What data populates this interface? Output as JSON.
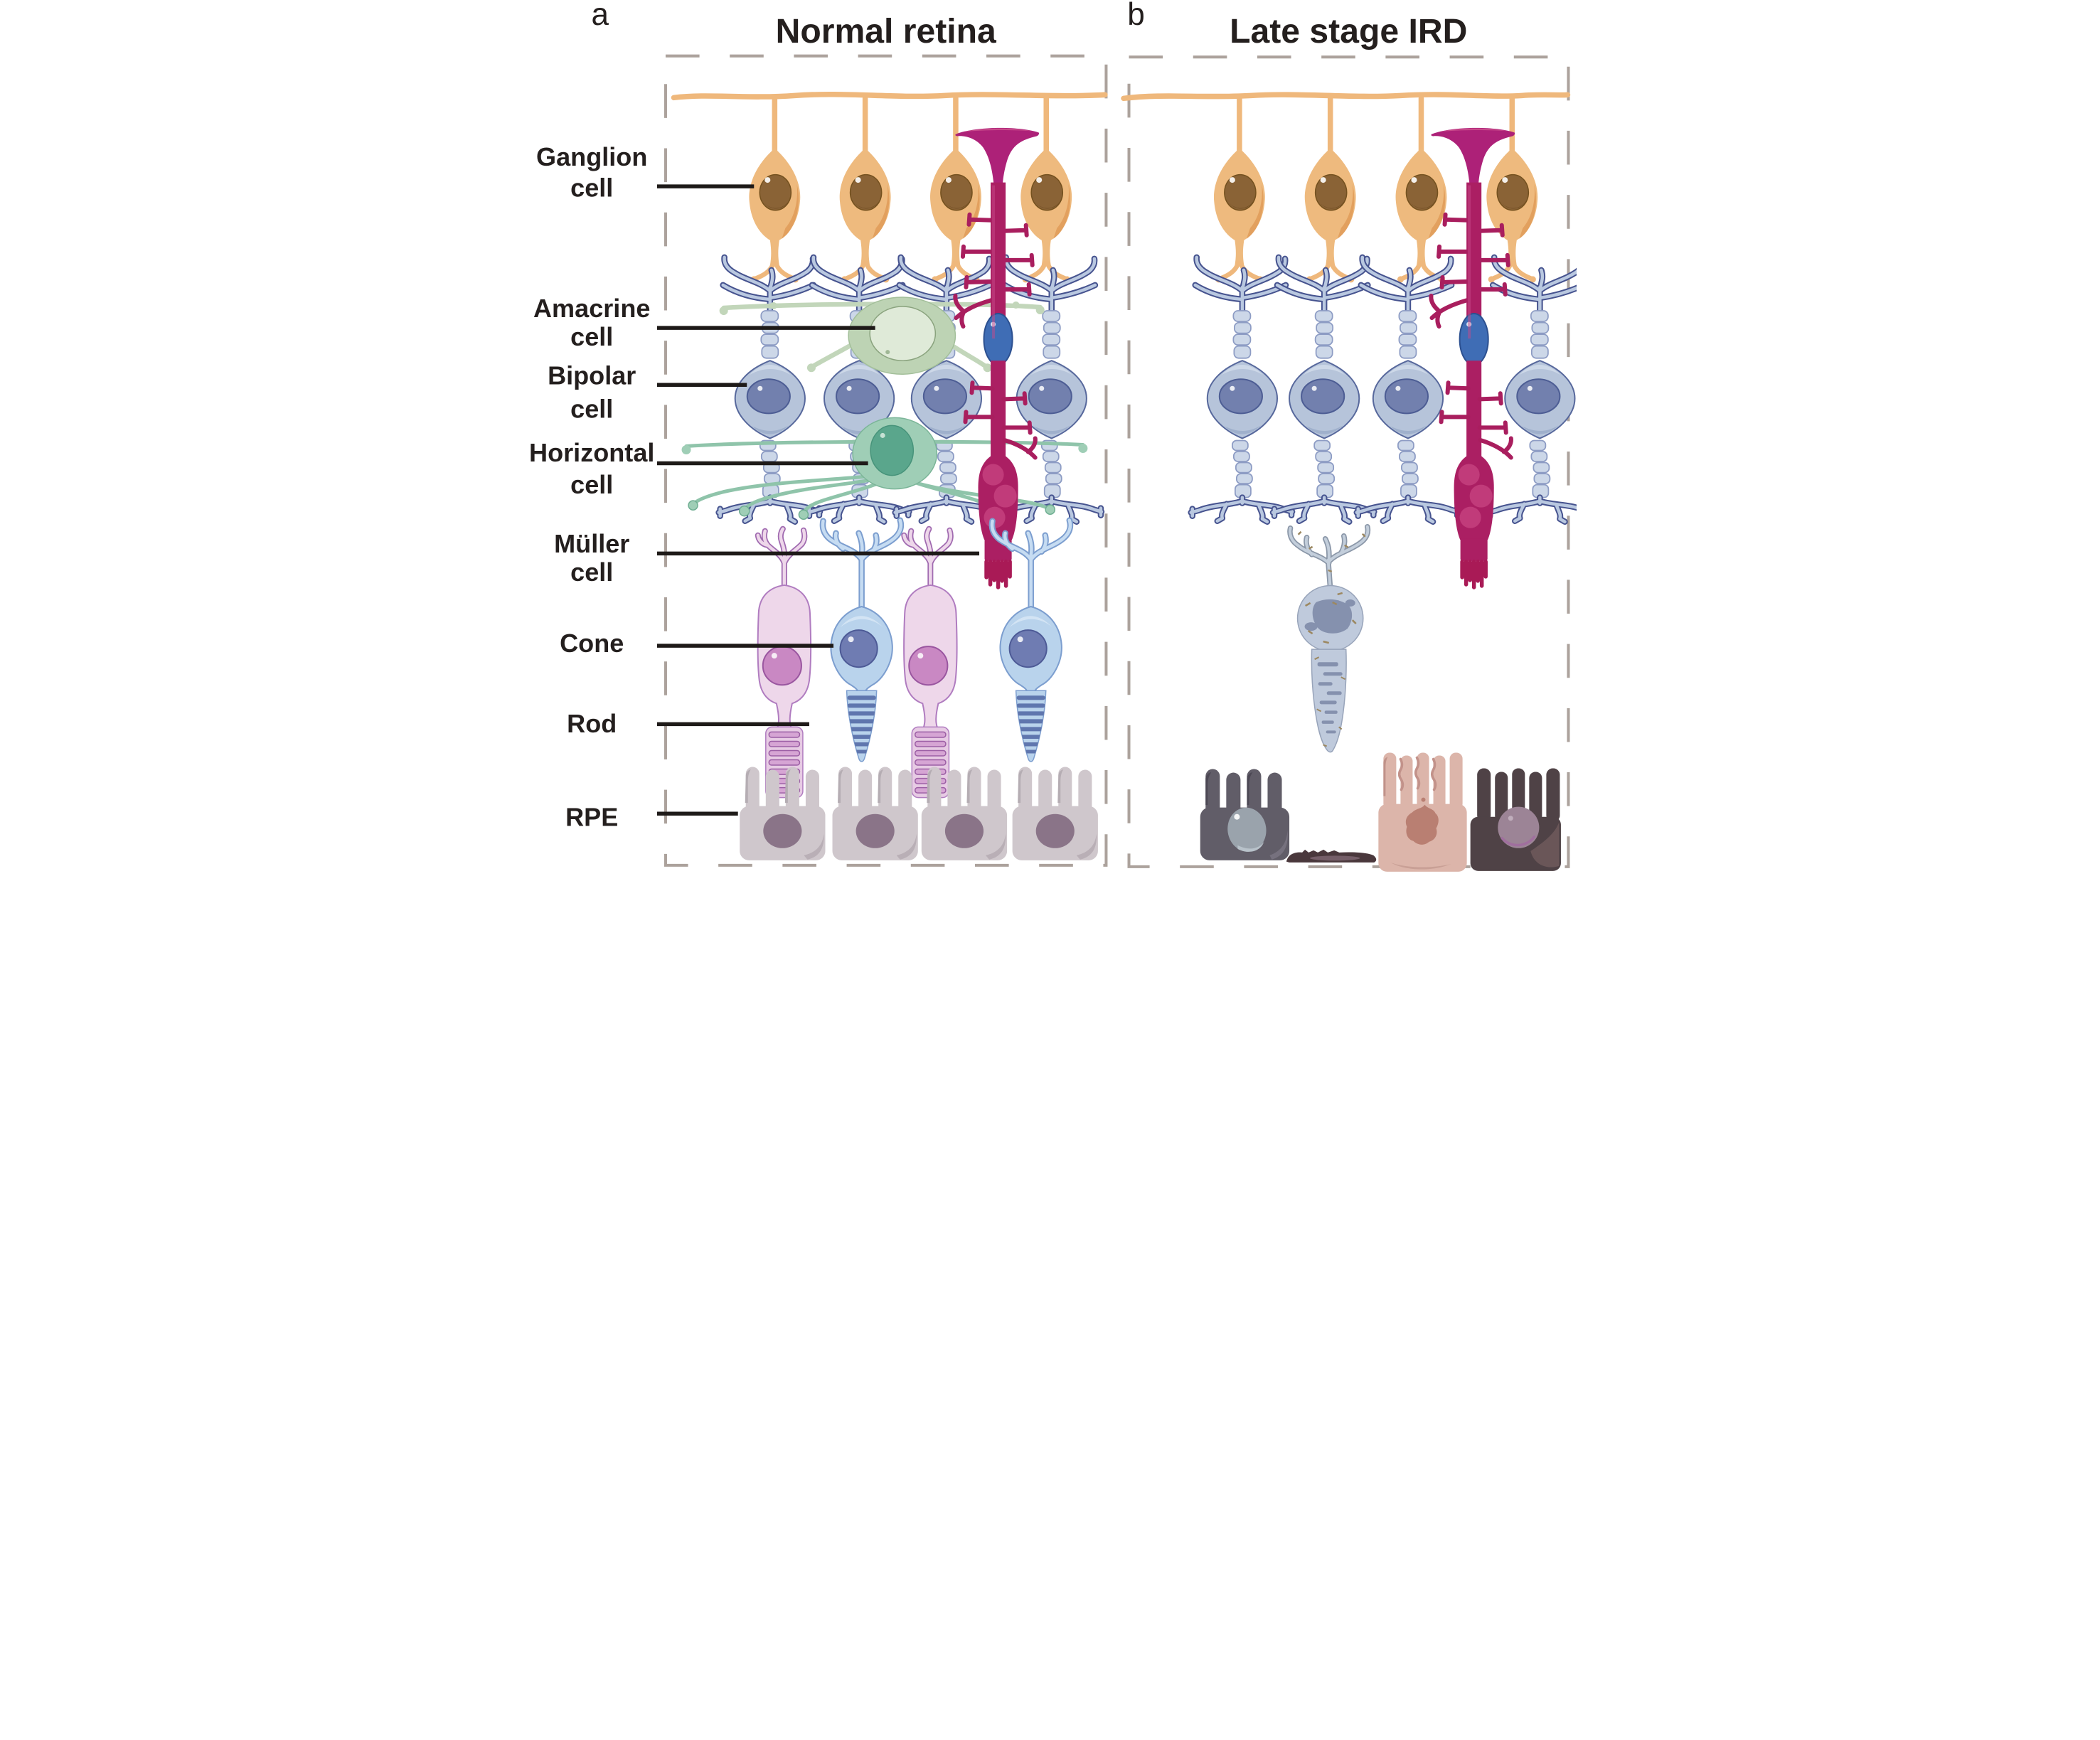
{
  "figure": {
    "type": "retina-cell-diagram",
    "panels": [
      {
        "id": "a",
        "letter": "a",
        "title": "Normal retina"
      },
      {
        "id": "b",
        "letter": "b",
        "title": "Late stage IRD"
      }
    ],
    "labels": {
      "ganglion": {
        "line1": "Ganglion",
        "line2": "cell"
      },
      "amacrine": {
        "line1": "Amacrine",
        "line2": "cell"
      },
      "bipolar": {
        "line1": "Bipolar",
        "line2": "cell"
      },
      "horizontal": {
        "line1": "Horizontal",
        "line2": "cell"
      },
      "muller": {
        "line1": "Müller",
        "line2": "cell"
      },
      "cone": {
        "label": "Cone"
      },
      "rod": {
        "label": "Rod"
      },
      "rpe": {
        "label": "RPE"
      }
    },
    "colors": {
      "ganglion_body": "#eeba7e",
      "ganglion_nucleus": "#8a6336",
      "nerve_fiber": "#efb87c",
      "bipolar_body": "#b6c4da",
      "bipolar_nucleus": "#7280ae",
      "amacrine_body": "#bdd3b4",
      "amacrine_nucleus": "#dfead8",
      "horizontal_body": "#9fceb6",
      "horizontal_nucleus": "#5aa68c",
      "muller_body": "#ab1f63",
      "muller_nucleus": "#3f6db5",
      "rod_body": "#eed7ea",
      "rod_nucleus": "#c988c3",
      "cone_body": "#b9d3ec",
      "cone_nucleus": "#6f7cb2",
      "rpe_body": "#cfc7cc",
      "rpe_nucleus": "#8a7488",
      "degenerated_photoreceptor": "#bfcadc",
      "rpe_dark_remnant": "#615d68",
      "rpe_pink_remnant": "#dcb5aa",
      "rpe_darkest_remnant": "#4f4246",
      "label_text": "#241f1e",
      "dashed_border": "#aca29c"
    }
  }
}
